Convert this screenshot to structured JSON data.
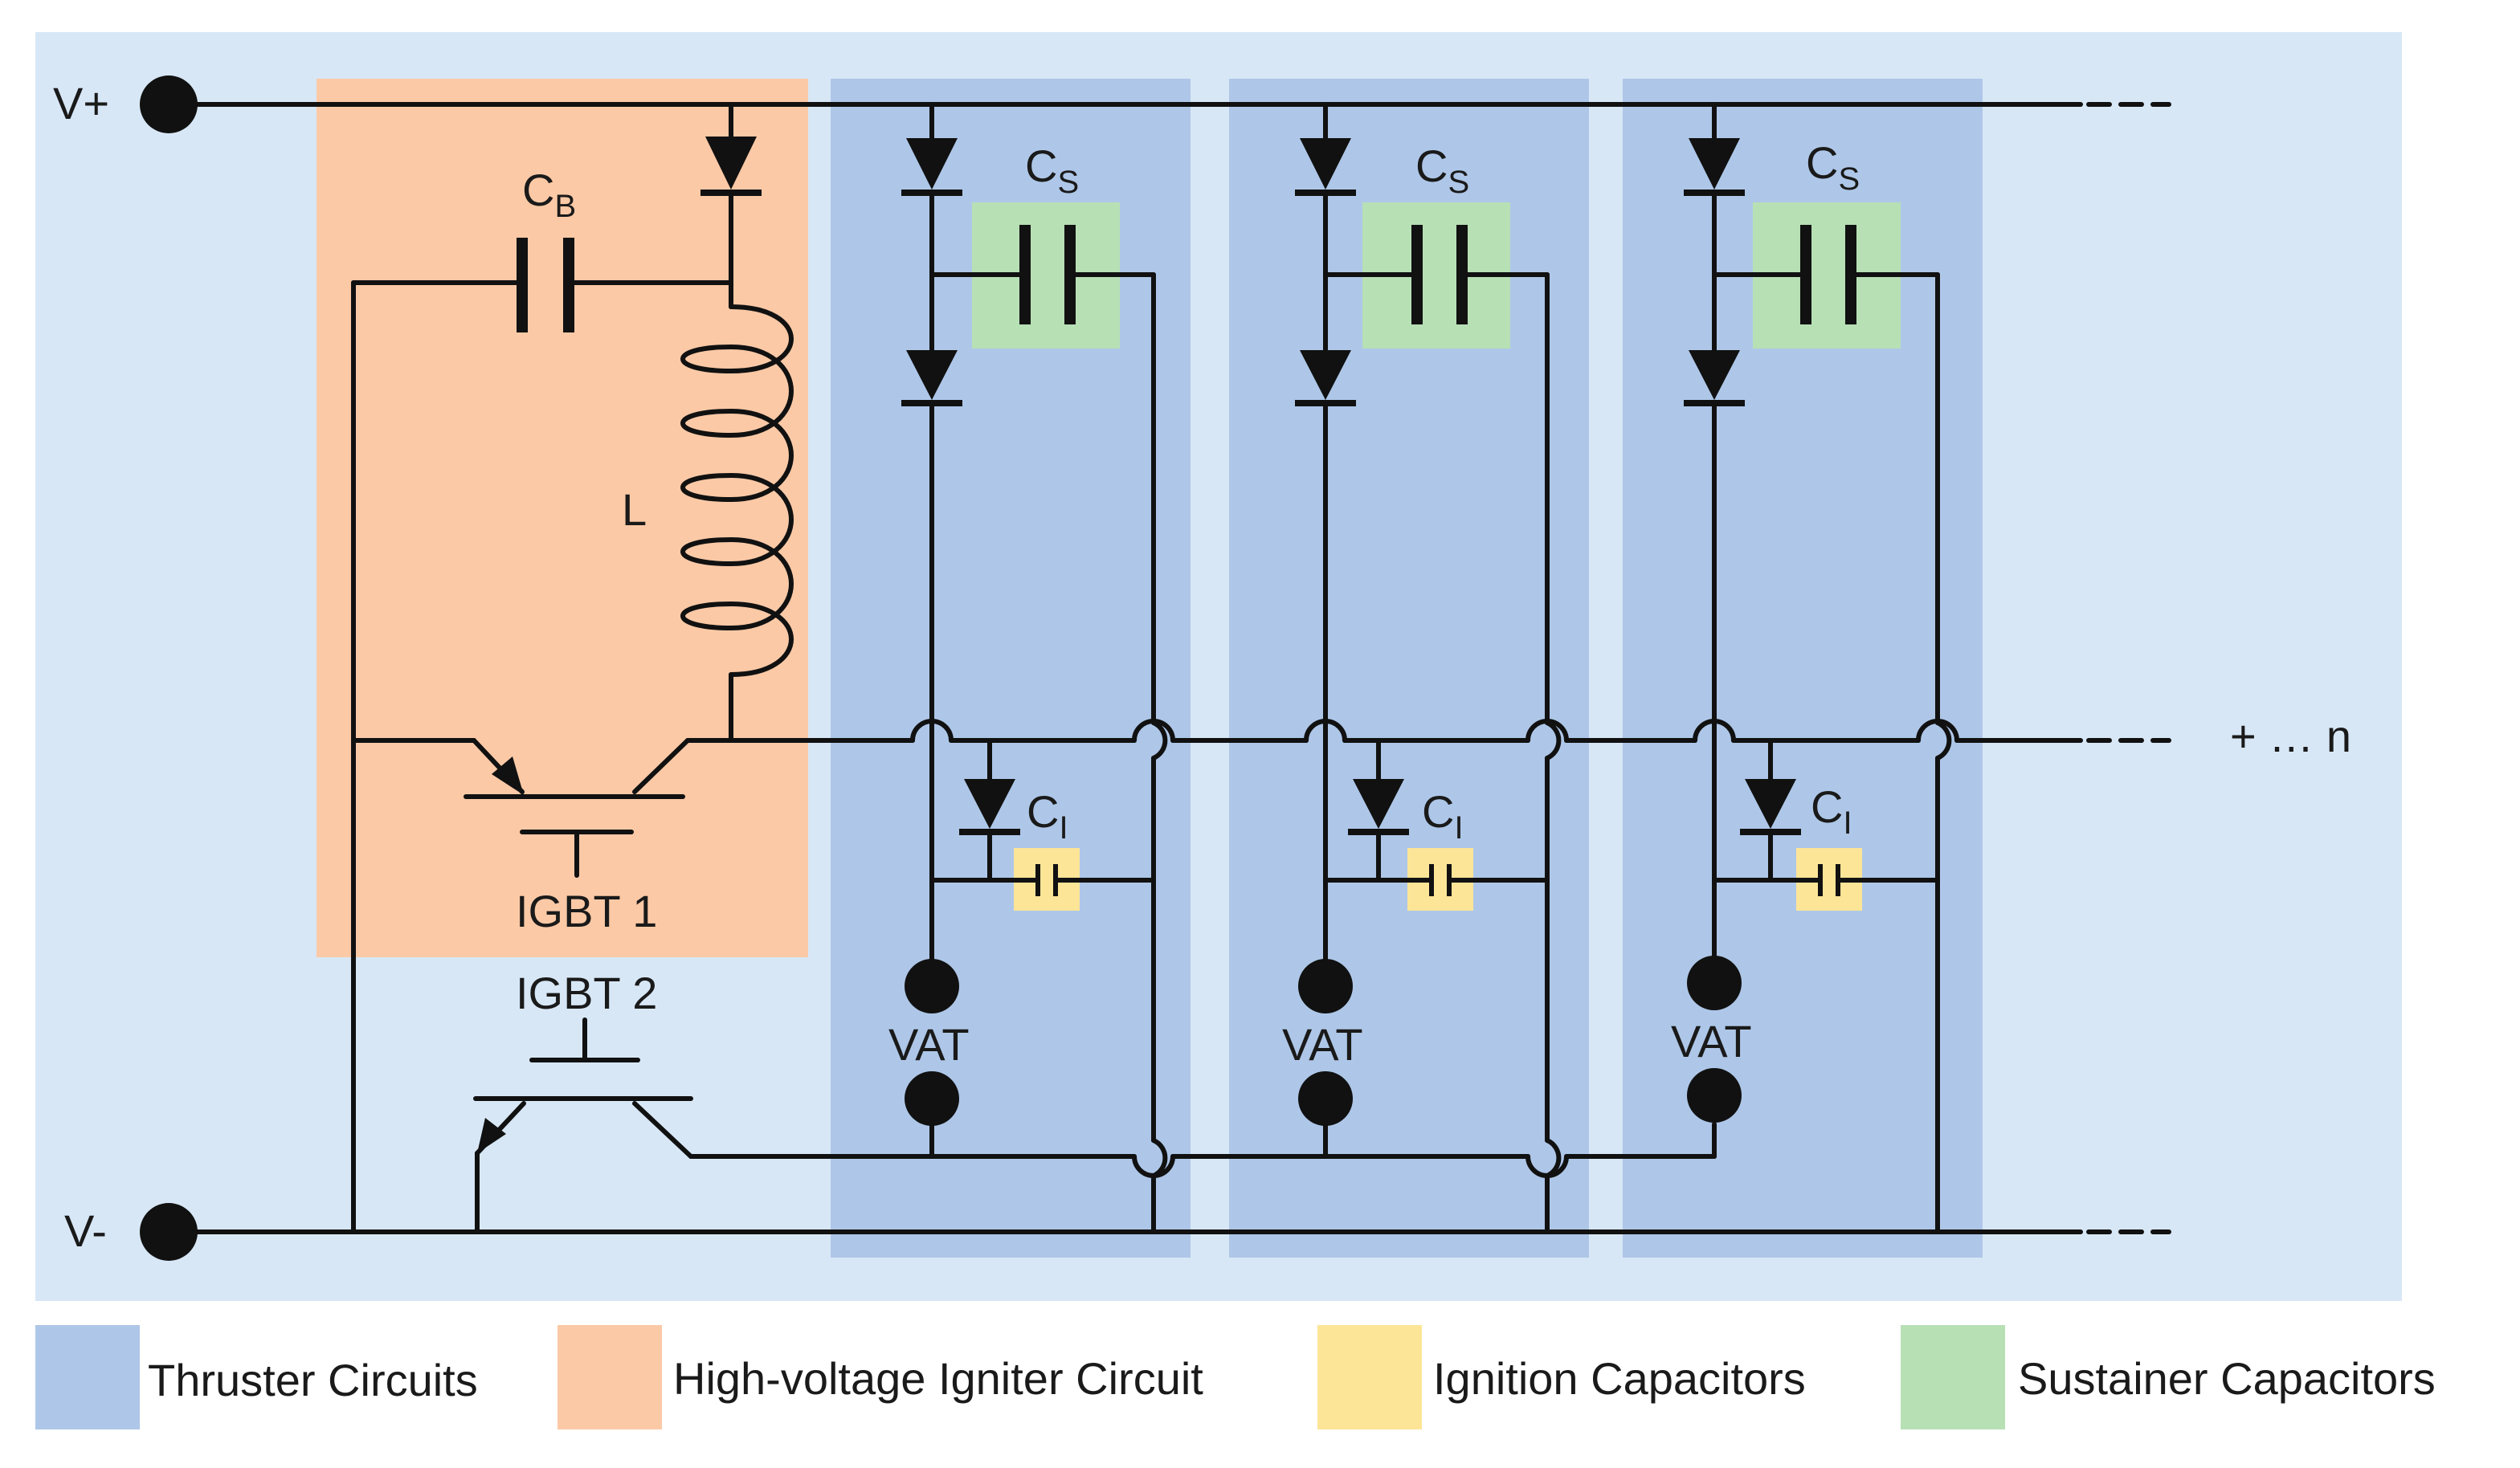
{
  "diagram": {
    "terminals": {
      "vplus": "V+",
      "vminus": "V-"
    },
    "igniter": {
      "capacitor": {
        "main": "C",
        "sub": "B"
      },
      "inductor": "L",
      "igbt1": "IGBT 1",
      "igbt2": "IGBT 2"
    },
    "thrusters": [
      {
        "cs_main": "C",
        "cs_sub": "S",
        "ci_main": "C",
        "ci_sub": "I",
        "vat": "VAT"
      },
      {
        "cs_main": "C",
        "cs_sub": "S",
        "ci_main": "C",
        "ci_sub": "I",
        "vat": "VAT"
      },
      {
        "cs_main": "C",
        "cs_sub": "S",
        "ci_main": "C",
        "ci_sub": "I",
        "vat": "VAT"
      }
    ],
    "continuation": "+ … n"
  },
  "legend": [
    {
      "label": "Thruster Circuits",
      "color": "#aec7e8"
    },
    {
      "label": "High-voltage Igniter Circuit",
      "color": "#fbc9a6"
    },
    {
      "label": "Ignition Capacitors",
      "color": "#fde597"
    },
    {
      "label": "Sustainer Capacitors",
      "color": "#b7e0b5"
    }
  ],
  "colors": {
    "background_panel": "#d7e7f6",
    "wire": "#111111"
  }
}
